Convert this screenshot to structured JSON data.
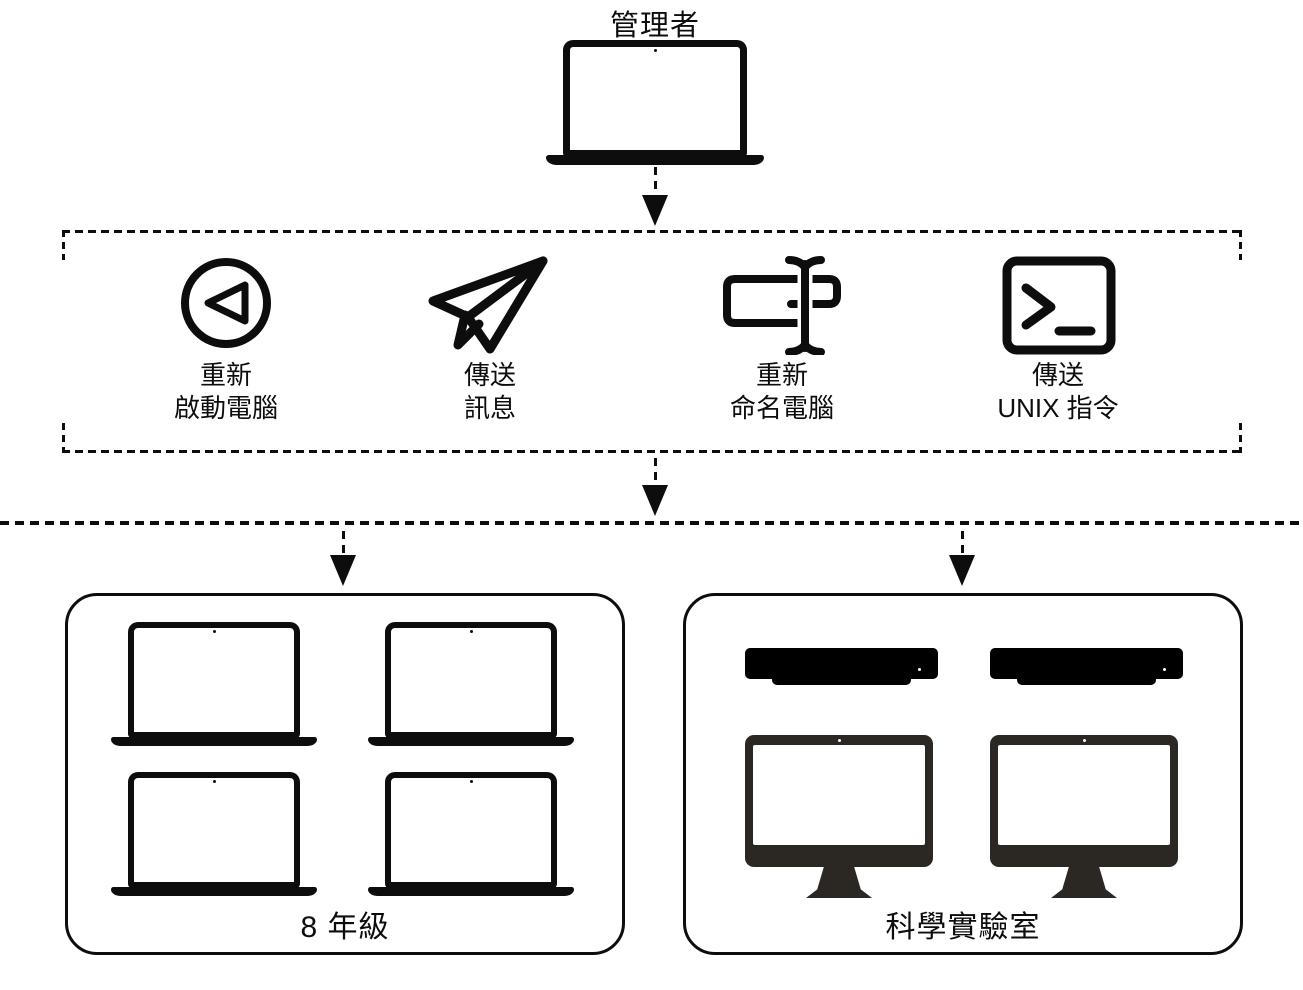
{
  "diagram": {
    "admin": {
      "label": "管理者",
      "icon": "laptop-icon"
    },
    "actions": [
      {
        "icon": "restart-icon",
        "line1": "重新",
        "line2": "啟動電腦"
      },
      {
        "icon": "send-message-icon",
        "line1": "傳送",
        "line2": "訊息"
      },
      {
        "icon": "rename-icon",
        "line1": "重新",
        "line2": "命名電腦"
      },
      {
        "icon": "terminal-icon",
        "line1": "傳送",
        "line2": "UNIX 指令"
      }
    ],
    "groups": [
      {
        "label": "8 年級",
        "device_icons": [
          "laptop-icon",
          "laptop-icon",
          "laptop-icon",
          "laptop-icon"
        ]
      },
      {
        "label": "科學實驗室",
        "device_icons": [
          "mac-mini-icon",
          "mac-mini-icon",
          "imac-icon",
          "imac-icon"
        ]
      }
    ]
  },
  "colors": {
    "ink": "#0d0d0d",
    "imac_body": "#2b2824",
    "background": "#ffffff"
  }
}
